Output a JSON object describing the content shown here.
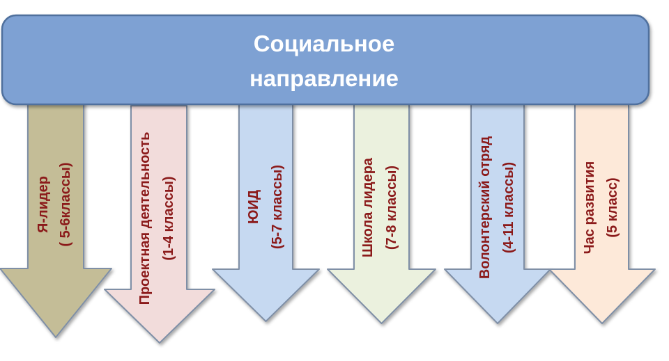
{
  "header": {
    "title_line1": "Социальное",
    "title_line2": "направление",
    "fill_color": "#7ea1d3",
    "stroke_color": "#4f6f9d",
    "text_color": "#ffffff"
  },
  "label_color": "#8b1a1a",
  "arrows": [
    {
      "line1": "Я-лидер",
      "line2": "( 5-6классы)",
      "fill_color": "#c4bd97"
    },
    {
      "line1": "Проектная деятельность",
      "line2": "(1-4 классы)",
      "fill_color": "#f2dcdb"
    },
    {
      "line1": "ЮИД",
      "line2": "(5-7 классы)",
      "fill_color": "#c6d9f1"
    },
    {
      "line1": "Школа лидера",
      "line2": "(7-8 классы)",
      "fill_color": "#ebf1de"
    },
    {
      "line1": "Волонтерский отряд",
      "line2": "(4-11 классы)",
      "fill_color": "#c6d9f1"
    },
    {
      "line1": "Час развития",
      "line2": "(5 класс)",
      "fill_color": "#fde9d9"
    }
  ]
}
